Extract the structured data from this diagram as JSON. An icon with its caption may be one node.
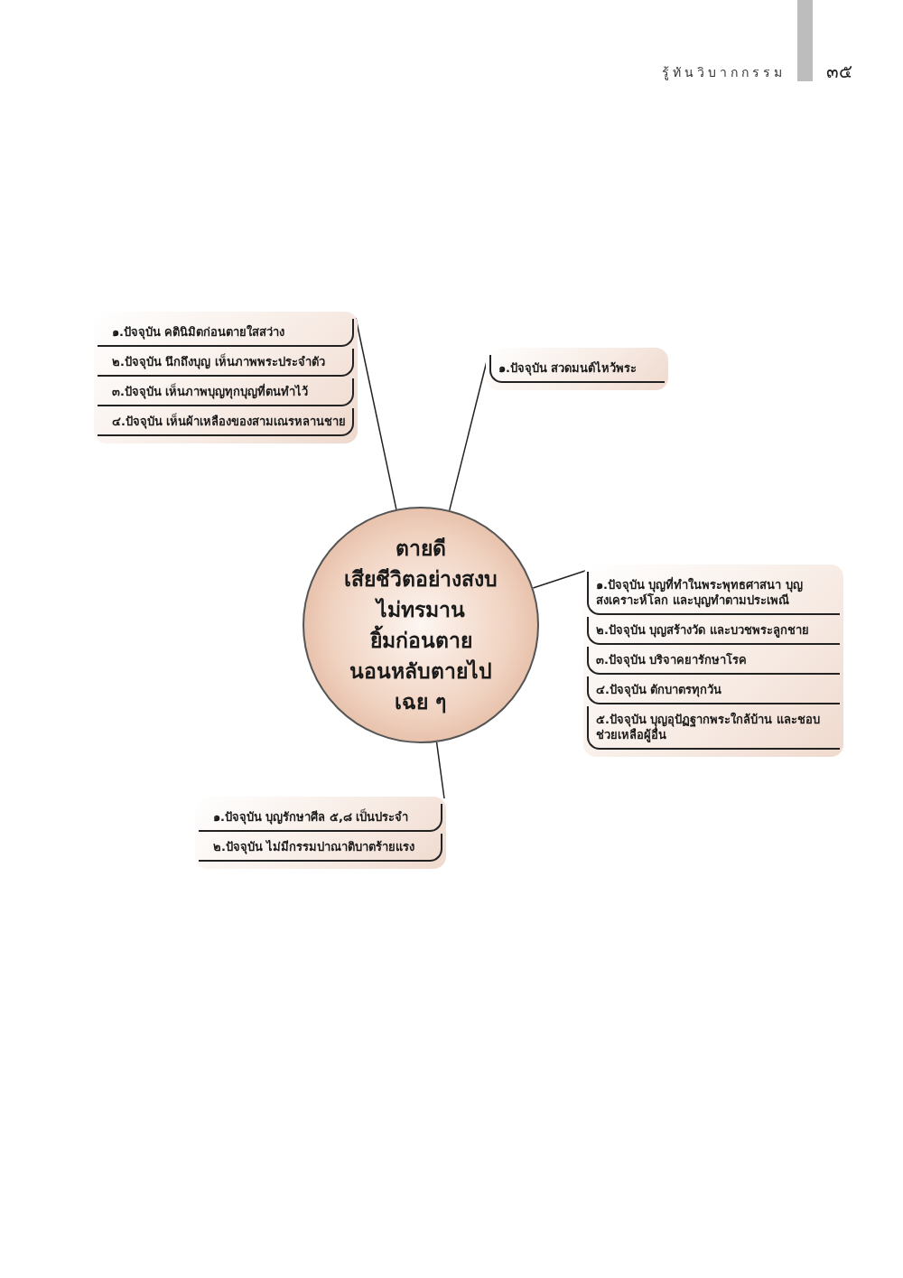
{
  "diagram": {
    "nodes": [
      {
        "text": [
          "ตายดี",
          "เสียชีวิตอย่างสงบ",
          "ไม่ทรมาน",
          "ยิ้มก่อนตาย",
          "นอนหลับตายไป",
          "เฉย ๆ"
        ]
      },
      {
        "text": [],
        "shape": "box"
      },
      {
        "text": [
          "๑.ปัจจุบัน คตินิมิตก่อนตายใสสว่าง"
        ],
        "in": 1
      },
      {
        "text": [
          "๒.ปัจจุบัน นึกถึงบุญ เห็นภาพพระประจำตัว"
        ],
        "in": 1
      },
      {
        "text": [
          "๓.ปัจจุบัน เห็นภาพบุญทุกบุญที่ตนทำไว้"
        ],
        "in": 1
      },
      {
        "text": [
          "๔.ปัจจุบัน เห็นผ้าเหลืองของสามเณรหลานชาย"
        ],
        "in": 1
      },
      {
        "text": [],
        "shape": "box"
      },
      {
        "text": [
          "๑.ปัจจุบัน สวดมนต์ไหว้พระ"
        ],
        "in": 6
      },
      {
        "text": [],
        "shape": "box"
      },
      {
        "text": [
          "๑.ปัจจุบัน บุญที่ทำในพระพุทธศาสนา บุญสงเคราะห์โลก และบุญทำตามประเพณี"
        ],
        "in": 8
      },
      {
        "text": [
          "๒.ปัจจุบัน บุญสร้างวัด และบวชพระลูกชาย"
        ],
        "in": 8
      },
      {
        "text": [
          "๓.ปัจจุบัน บริจาคยารักษาโรค"
        ],
        "in": 8
      },
      {
        "text": [
          "๔.ปัจจุบัน ตักบาตรทุกวัน"
        ],
        "in": 8
      },
      {
        "text": [
          "๕.ปัจจุบัน บุญอุปัฏฐากพระใกล้บ้าน และชอบช่วยเหลือผู้อื่น"
        ],
        "in": 8
      },
      {
        "text": [],
        "shape": "box"
      },
      {
        "text": [
          "๑.ปัจจุบัน บุญรักษาศีล ๕,๘ เป็นประจำ"
        ],
        "in": 14
      },
      {
        "text": [
          "๒.ปัจจุบัน ไม่มีกรรมปาณาติบาตร้ายแรง"
        ],
        "in": 14
      }
    ],
    "edges": [
      {
        "from": 0,
        "to": 1,
        "arrow": "none"
      },
      {
        "from": 0,
        "to": 6,
        "arrow": "none"
      },
      {
        "from": 0,
        "to": 8,
        "arrow": "none"
      },
      {
        "from": 0,
        "to": 14,
        "arrow": "none"
      }
    ],
    "labels": [
      "รู้ทันวิบากกรรม",
      "๓๕"
    ]
  }
}
